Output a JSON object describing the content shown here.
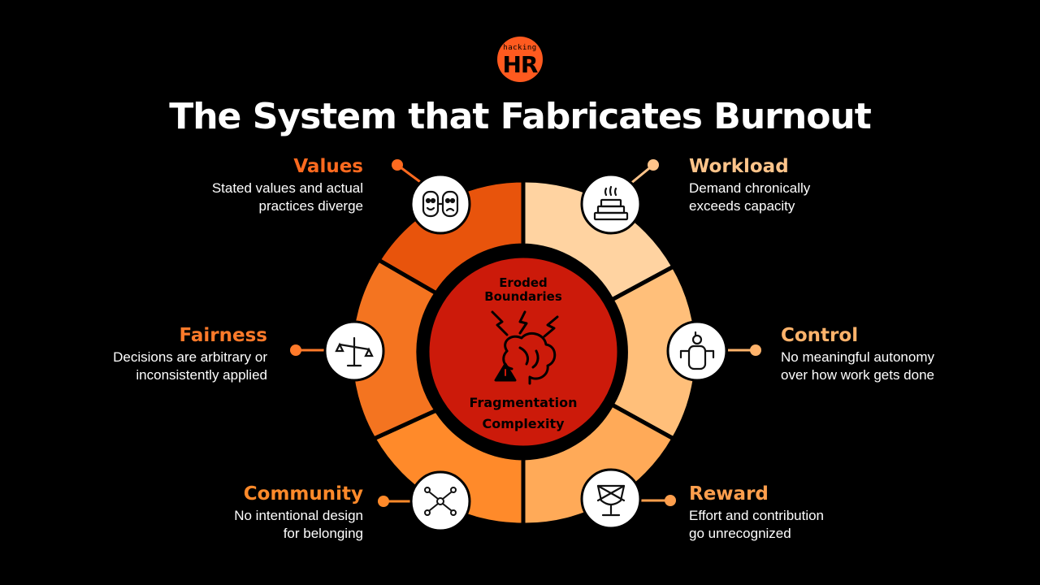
{
  "logo": {
    "top_text": "hacking",
    "main_text": "HR"
  },
  "title": "The System that Fabricates Burnout",
  "center": {
    "top_label_line1": "Eroded",
    "top_label_line2": "Boundaries",
    "bottom_label_line1": "Fragmentation",
    "bottom_label_line2": "Complexity",
    "icon": "brain-lightning-warning-icon",
    "color": "#cc1a0a"
  },
  "factors": [
    {
      "key": "values",
      "title": "Values",
      "desc_line1": "Stated values and actual",
      "desc_line2": "practices diverge",
      "icon": "masks-icon",
      "color": "#e8540c",
      "title_color": "#ff6a1f"
    },
    {
      "key": "workload",
      "title": "Workload",
      "desc_line1": "Demand chronically",
      "desc_line2": "exceeds capacity",
      "icon": "stack-icon",
      "color": "#ffd3a1",
      "title_color": "#ffc48a"
    },
    {
      "key": "control",
      "title": "Control",
      "desc_line1": "No meaningful autonomy",
      "desc_line2": "over how work gets done",
      "icon": "puppet-icon",
      "color": "#ffbf7a",
      "title_color": "#ffb36b"
    },
    {
      "key": "reward",
      "title": "Reward",
      "desc_line1": "Effort and contribution",
      "desc_line2": "go unrecognized",
      "icon": "trophy-icon",
      "color": "#ffaa58",
      "title_color": "#ff9f4d"
    },
    {
      "key": "community",
      "title": "Community",
      "desc_line1": "No intentional design",
      "desc_line2": "for belonging",
      "icon": "network-icon",
      "color": "#ff8a2a",
      "title_color": "#ff8a2a"
    },
    {
      "key": "fairness",
      "title": "Fairness",
      "desc_line1": "Decisions are arbitrary or",
      "desc_line2": "inconsistently applied",
      "icon": "scales-icon",
      "color": "#f47420",
      "title_color": "#ff7a2a"
    }
  ]
}
